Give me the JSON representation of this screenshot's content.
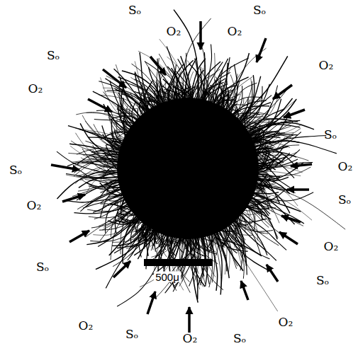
{
  "diagram": {
    "labels": [
      "Sₒ",
      "Sₒ",
      "O₂",
      "O₂",
      "Sₒ",
      "O₂",
      "O₂",
      "Sₒ",
      "Sₒ",
      "O₂",
      "Sₒ",
      "O₂",
      "O₂",
      "Sₒ",
      "Sₒ",
      "O₂",
      "O₂",
      "Sₒ",
      "Sₒ",
      "O₂",
      "500μ"
    ]
  }
}
